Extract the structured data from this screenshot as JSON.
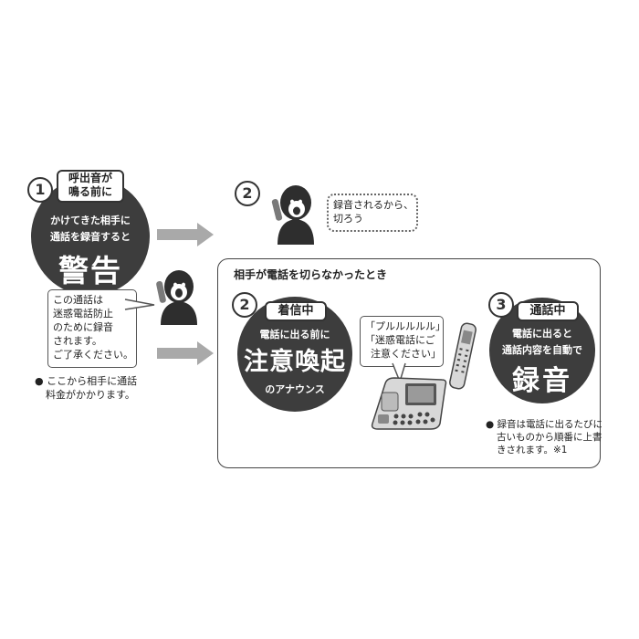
{
  "step1": {
    "number": "1",
    "tag_lines": [
      "呼出音が",
      "鳴る前に"
    ],
    "line1": "かけてきた相手に",
    "line2": "通話を録音すると",
    "big": "警告"
  },
  "step1_bubble": [
    "この通話は",
    "迷惑電話防止",
    "のために録音",
    "されます。",
    "ご了承ください。"
  ],
  "step1_note": [
    "● ここから相手に通話",
    "料金がかかります。"
  ],
  "step2_top": {
    "number": "2",
    "bubble": [
      "録音されるから、",
      "切ろう"
    ]
  },
  "box_title": "相手が電話を切らなかったとき",
  "step2": {
    "number": "2",
    "tag": "着信中",
    "line1": "電話に出る前に",
    "big": "注意喚起",
    "line3": "のアナウンス"
  },
  "phone_bubble": [
    "「プルルルルル」",
    "「迷惑電話にご",
    "注意ください」"
  ],
  "step3": {
    "number": "3",
    "tag": "通話中",
    "line1": "電話に出ると",
    "line2": "通話内容を自動で",
    "big": "録音"
  },
  "step3_note": [
    "● 録音は電話に出るたびに",
    "古いものから順番に上書",
    "きされます。※1"
  ],
  "colors": {
    "circle": "#3d3d3d",
    "arrow": "#a9a9a9",
    "border": "#444444"
  }
}
